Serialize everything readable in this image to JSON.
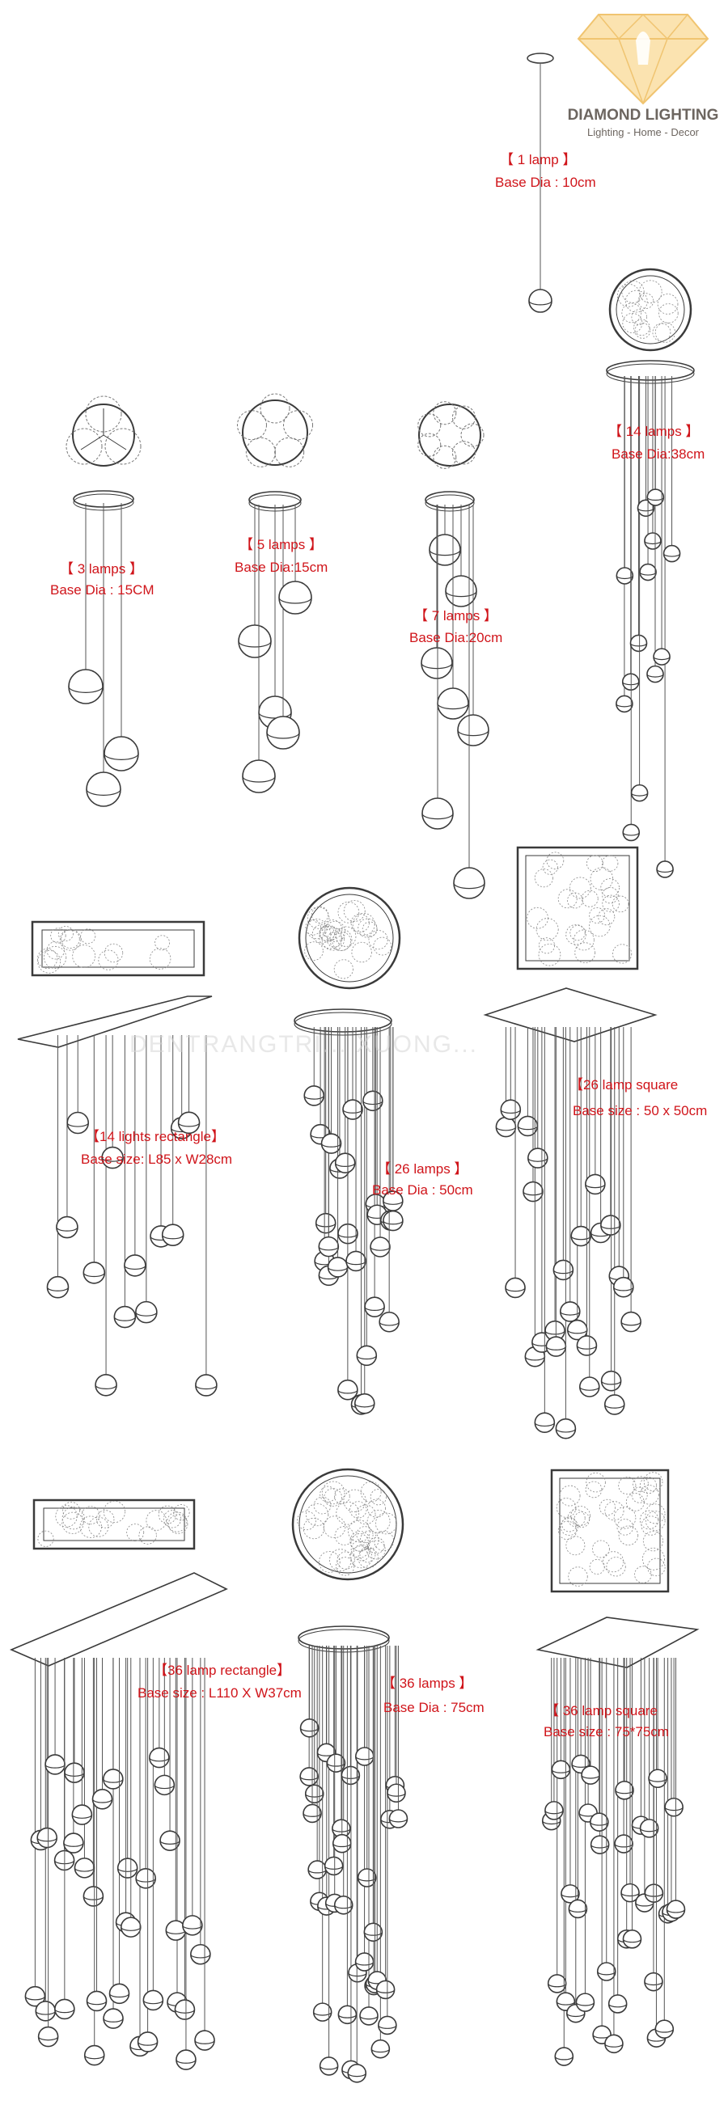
{
  "brand": {
    "name": "DIAMOND LIGHTING",
    "tagline": "Lighting - Home - Decor",
    "accent": "#f2c36b",
    "text_color": "#6d6660"
  },
  "watermark": "DENTRANGTRI... XUONG...",
  "label_color": "#d0141a",
  "products": [
    {
      "id": "p1",
      "count": 1,
      "title": "【 1 lamp 】",
      "base": "Base Dia : 10cm",
      "shape": "pendant"
    },
    {
      "id": "p3",
      "count": 3,
      "title": "【 3 lamps 】",
      "base": "Base Dia : 15CM",
      "shape": "round"
    },
    {
      "id": "p5",
      "count": 5,
      "title": "【 5 lamps 】",
      "base": "Base Dia:15cm",
      "shape": "round"
    },
    {
      "id": "p7",
      "count": 7,
      "title": "【 7 lamps 】",
      "base": "Base Dia:20cm",
      "shape": "round"
    },
    {
      "id": "p14",
      "count": 14,
      "title": "【 14 lamps 】",
      "base": "Base Dia:38cm",
      "shape": "round"
    },
    {
      "id": "p14r",
      "count": 14,
      "title": "【14 lights rectangle】",
      "base": "Base size: L85 x W28cm",
      "shape": "rectangle"
    },
    {
      "id": "p26",
      "count": 26,
      "title": "【 26 lamps 】",
      "base": "Base Dia : 50cm",
      "shape": "round"
    },
    {
      "id": "p26s",
      "count": 26,
      "title": "【26 lamp square",
      "base": "Base size : 50 x 50cm",
      "shape": "square"
    },
    {
      "id": "p36r",
      "count": 36,
      "title": "【36 lamp rectangle】",
      "base": "Base size : L110 X W37cm",
      "shape": "rectangle"
    },
    {
      "id": "p36",
      "count": 36,
      "title": "【 36 lamps 】",
      "base": "Base Dia : 75cm",
      "shape": "round"
    },
    {
      "id": "p36s",
      "count": 36,
      "title": "【 36 lamp square",
      "base": "Base size : 75*75cm",
      "shape": "square"
    }
  ]
}
